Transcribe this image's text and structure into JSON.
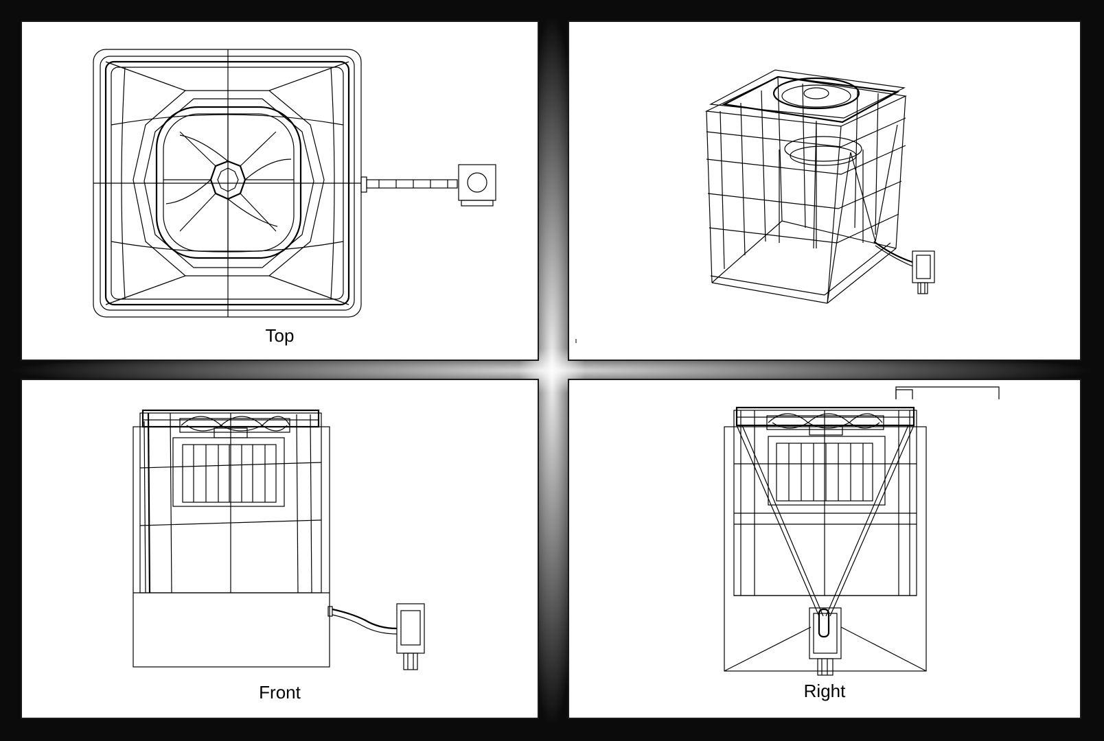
{
  "viewports": {
    "top": {
      "label": "Top"
    },
    "persp": {
      "label": ""
    },
    "front": {
      "label": "Front"
    },
    "right": {
      "label": "Right"
    }
  }
}
